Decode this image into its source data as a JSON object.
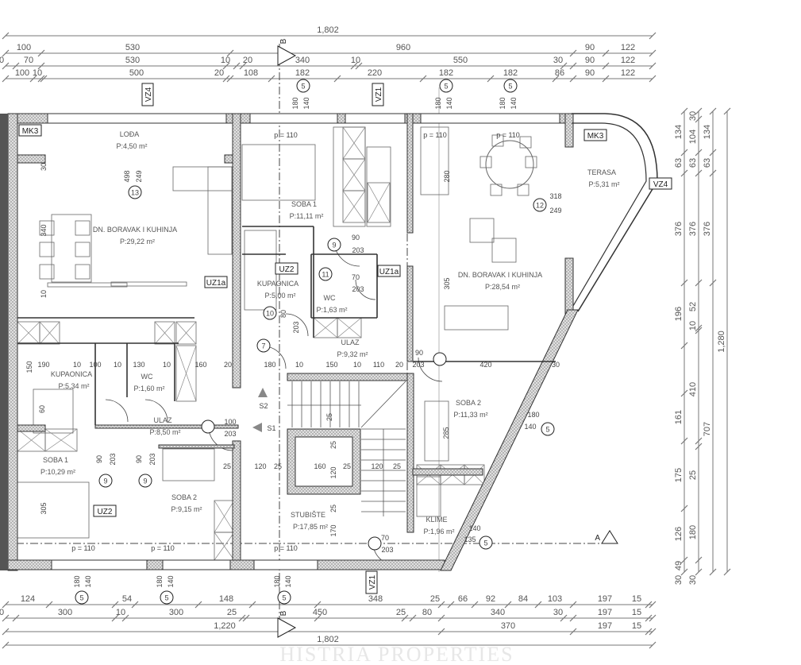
{
  "plan": {
    "rooms": [
      {
        "name": "LOĐA",
        "area": "P:4,50 m²"
      },
      {
        "name": "DN. BORAVAK I KUHINJA",
        "area": "P:29,22 m²"
      },
      {
        "name": "SOBA 1",
        "area": "P:11,11 m²"
      },
      {
        "name": "KUPAONICA",
        "area": "P:5,00 m²"
      },
      {
        "name": "WC",
        "area": "P:1,63 m²"
      },
      {
        "name": "ULAZ",
        "area": "P:9,32 m²"
      },
      {
        "name": "DN. BORAVAK I KUHINJA",
        "area": "P:28,54 m²"
      },
      {
        "name": "TERASA",
        "area": "P:5,31 m²"
      },
      {
        "name": "SOBA 2",
        "area": "P:11,33 m²"
      },
      {
        "name": "KUPAONICA",
        "area": "P:5,34 m²"
      },
      {
        "name": "WC",
        "area": "P:1,60 m²"
      },
      {
        "name": "ULAZ",
        "area": "P:8,50 m²"
      },
      {
        "name": "SOBA 1",
        "area": "P:10,29 m²"
      },
      {
        "name": "SOBA 2",
        "area": "P:9,15 m²"
      },
      {
        "name": "STUBIŠTE",
        "area": "P:17,85 m²"
      },
      {
        "name": "KLIME",
        "area": "P:1,96 m²"
      }
    ],
    "tags": [
      "MK3",
      "MK3",
      "VZ4",
      "VZ4",
      "VZ1",
      "VZ1",
      "UZ1a",
      "UZ1a",
      "UZ2",
      "UZ2"
    ],
    "marks": [
      "5",
      "5",
      "5",
      "5",
      "5",
      "5",
      "5",
      "5",
      "13",
      "12",
      "9",
      "9",
      "9",
      "10",
      "11",
      "7"
    ],
    "parapet": "p = 110",
    "section_marks": {
      "a": "A",
      "b": "B",
      "s1": "S1",
      "s2": "S2"
    },
    "interior_dims": [
      "90",
      "203",
      "70",
      "203",
      "100",
      "203",
      "90",
      "203",
      "70",
      "203",
      "80",
      "203",
      "90",
      "203",
      "90",
      "203",
      "190",
      "10",
      "100",
      "10",
      "130",
      "10",
      "160",
      "20",
      "180",
      "10",
      "150",
      "10",
      "110",
      "20",
      "420",
      "30",
      "120",
      "25",
      "160",
      "25",
      "120",
      "25",
      "25",
      "498",
      "249",
      "318",
      "249",
      "340",
      "30",
      "10",
      "280",
      "305",
      "305",
      "285",
      "150",
      "60",
      "180",
      "140",
      "180",
      "140",
      "180",
      "140",
      "180",
      "140",
      "180",
      "140",
      "180",
      "140",
      "180",
      "140",
      "140",
      "135",
      "170",
      "25",
      "25",
      "25",
      "120",
      "150"
    ],
    "watermark": "HISTRIA PROPERTIES"
  },
  "dimensions": {
    "top": [
      [
        "1,802"
      ],
      [
        "100",
        "530",
        "960",
        "90",
        "122"
      ],
      [
        "0",
        "70",
        "530",
        "10",
        "20",
        "340",
        "10",
        "550",
        "30",
        "90",
        "122"
      ],
      [
        "100",
        "10",
        "500",
        "20",
        "108",
        "182",
        "220",
        "182",
        "182",
        "86",
        "90",
        "122"
      ]
    ],
    "bottom": [
      [
        "124",
        "54",
        "148",
        "348",
        "25",
        "66",
        "92",
        "84",
        "103",
        "197",
        "15"
      ],
      [
        "0",
        "300",
        "10",
        "300",
        "25",
        "450",
        "25",
        "80",
        "340",
        "30",
        "197",
        "15"
      ],
      [
        "1,220",
        "370",
        "197",
        "15"
      ],
      [
        "1,802"
      ]
    ],
    "right": [
      [
        "134",
        "63",
        "376",
        "196",
        "161",
        "175",
        "126",
        "49",
        "30"
      ],
      [
        "30",
        "104",
        "63",
        "376",
        "52",
        "10",
        "410",
        "25",
        "180",
        "30"
      ],
      [
        "134",
        "63",
        "376",
        "707"
      ],
      [
        "1,280"
      ]
    ]
  },
  "colors": {
    "wall_fill": "#d9d9d9",
    "line": "#333333",
    "dim_line": "#777777"
  }
}
